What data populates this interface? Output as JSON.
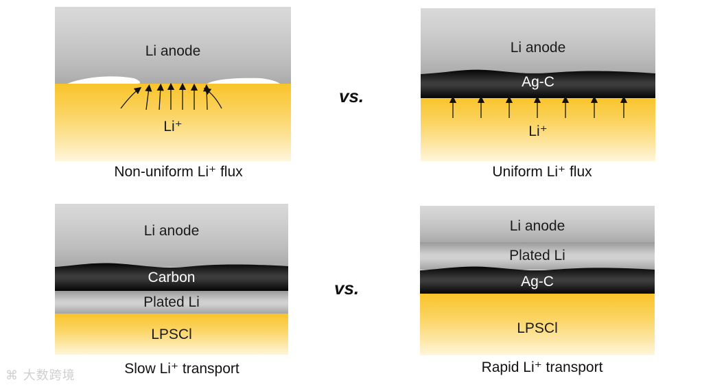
{
  "panels": {
    "top_left": {
      "layers": [
        "Li anode",
        "Li⁺"
      ],
      "caption": "Non-uniform Li⁺ flux"
    },
    "top_right": {
      "layers": [
        "Li anode",
        "Ag-C",
        "Li⁺"
      ],
      "caption": "Uniform Li⁺ flux"
    },
    "bottom_left": {
      "layers": [
        "Li anode",
        "Carbon",
        "Plated Li",
        "LPSCl"
      ],
      "caption": "Slow Li⁺ transport"
    },
    "bottom_right": {
      "layers": [
        "Li anode",
        "Plated Li",
        "Ag-C",
        "LPSCl"
      ],
      "caption": "Rapid Li⁺ transport"
    }
  },
  "vs_label": "vs.",
  "watermark": "大数跨境",
  "colors": {
    "anode_grey": "#bdbdbd",
    "electrolyte_yellow": "#f9c42a",
    "interlayer_black": "#111111",
    "text": "#111111"
  }
}
